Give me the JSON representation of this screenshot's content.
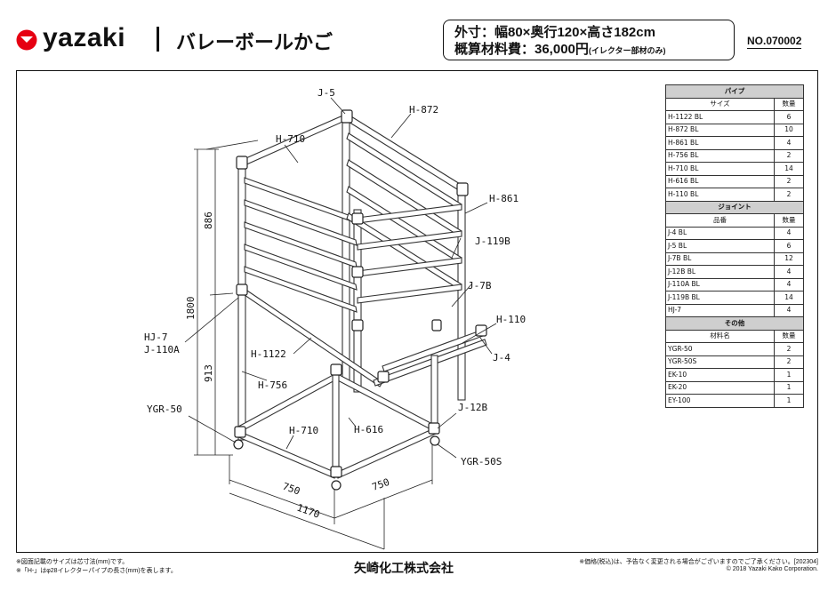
{
  "header": {
    "brand": "yazaki",
    "title": "バレーボールかご",
    "spec_size": "外寸：幅80×奥行120×高さ182cm",
    "spec_cost": "概算材料費：36,000円",
    "spec_cost_note": "(イレクター部材のみ)",
    "doc_no": "NO.070002"
  },
  "diagram": {
    "labels": {
      "j5": "J-5",
      "h872": "H-872",
      "h710_top": "H-710",
      "h861": "H-861",
      "j119b": "J-119B",
      "j7b": "J-7B",
      "h110": "H-110",
      "j4": "J-4",
      "hj7": "HJ-7",
      "j110a": "J-110A",
      "h1122": "H-1122",
      "h756": "H-756",
      "ygr50": "YGR-50",
      "h710_bottom": "H-710",
      "h616": "H-616",
      "j12b": "J-12B",
      "ygr50s": "YGR-50S"
    },
    "dims": {
      "d886": "886",
      "d1800": "1800",
      "d913": "913",
      "d750_left": "750",
      "d750_right": "750",
      "d1170": "1170"
    }
  },
  "parts_table": {
    "pipe": {
      "title": "パイプ",
      "col_name": "サイズ",
      "col_qty": "数量",
      "rows": [
        {
          "name": "H-1122 BL",
          "qty": "6"
        },
        {
          "name": "H-872 BL",
          "qty": "10"
        },
        {
          "name": "H-861 BL",
          "qty": "4"
        },
        {
          "name": "H-756 BL",
          "qty": "2"
        },
        {
          "name": "H-710 BL",
          "qty": "14"
        },
        {
          "name": "H-616 BL",
          "qty": "2"
        },
        {
          "name": "H-110 BL",
          "qty": "2"
        }
      ]
    },
    "joint": {
      "title": "ジョイント",
      "col_name": "品番",
      "col_qty": "数量",
      "rows": [
        {
          "name": "J-4 BL",
          "qty": "4"
        },
        {
          "name": "J-5 BL",
          "qty": "6"
        },
        {
          "name": "J-7B BL",
          "qty": "12"
        },
        {
          "name": "J-12B BL",
          "qty": "4"
        },
        {
          "name": "J-110A BL",
          "qty": "4"
        },
        {
          "name": "J-119B BL",
          "qty": "14"
        },
        {
          "name": "HJ-7",
          "qty": "4"
        }
      ]
    },
    "other": {
      "title": "その他",
      "col_name": "材料名",
      "col_qty": "数量",
      "rows": [
        {
          "name": "YGR-50",
          "qty": "2"
        },
        {
          "name": "YGR-50S",
          "qty": "2"
        },
        {
          "name": "EK-10",
          "qty": "1"
        },
        {
          "name": "EK-20",
          "qty": "1"
        },
        {
          "name": "EY-100",
          "qty": "1"
        }
      ]
    }
  },
  "footer": {
    "note1": "※図面記載のサイズは芯寸法(mm)です。",
    "note2": "※「H-」はφ28イレクターパイプの長さ(mm)を表します。",
    "company": "矢崎化工株式会社",
    "note3": "※価格(税込)は、予告なく変更される場合がございますのでご了承ください。[202304]",
    "copyright": "© 2018 Yazaki Kako Corporation."
  },
  "colors": {
    "brand_red": "#e60012",
    "section_bg": "#cfcfcf"
  }
}
